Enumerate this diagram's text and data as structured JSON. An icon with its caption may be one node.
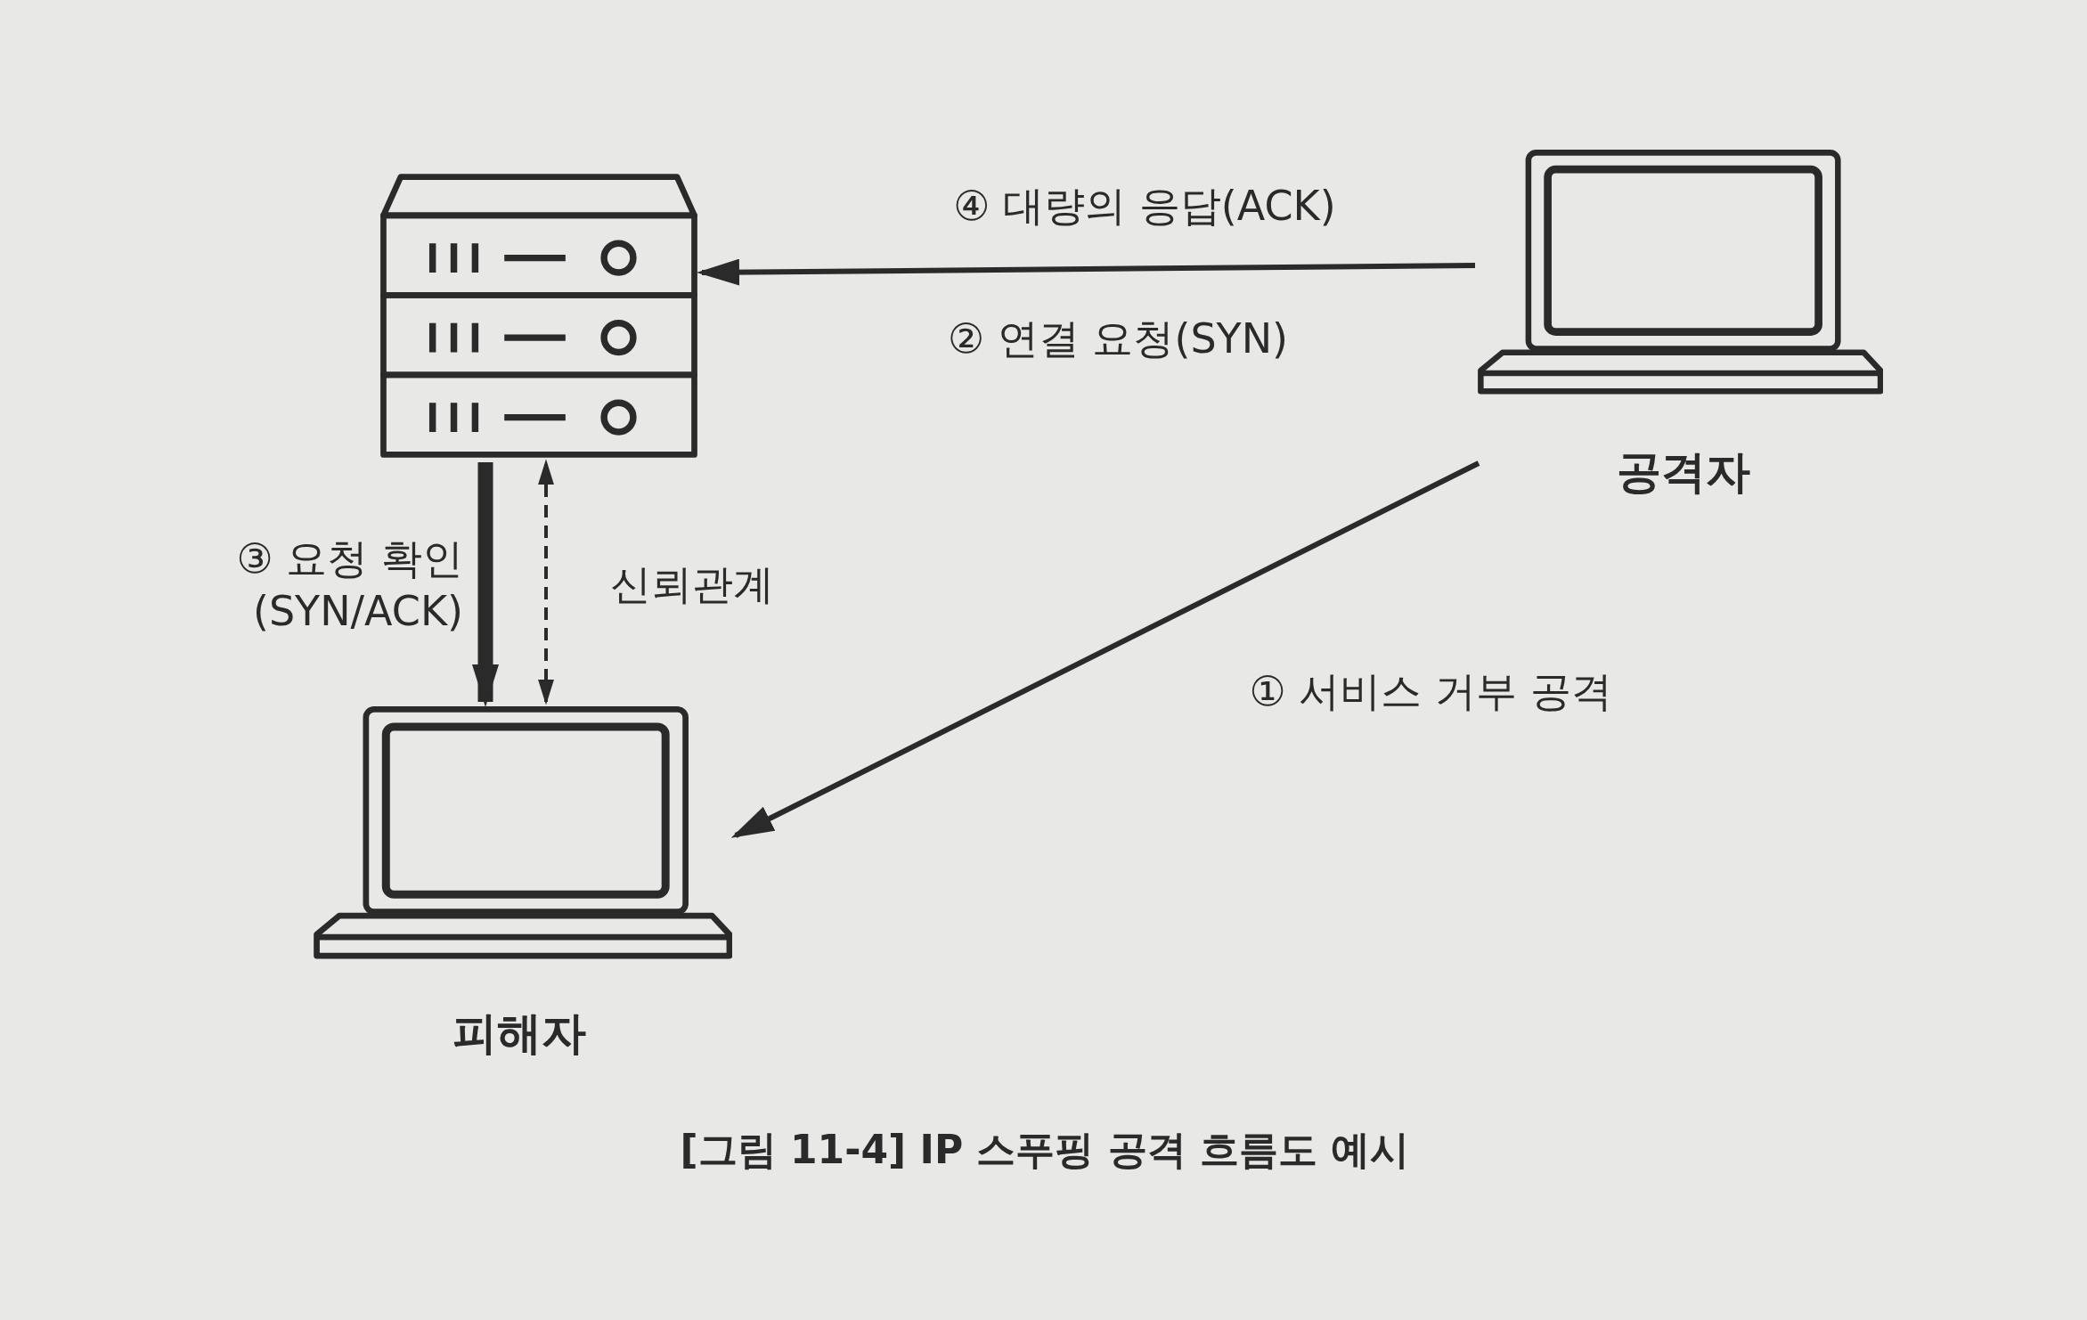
{
  "diagram": {
    "caption": "[그림 11-4] IP 스푸핑 공격 흐름도 예시",
    "nodes": [
      {
        "text": [],
        "shape": "server"
      },
      {
        "text": [
          "공격자"
        ]
      },
      {
        "text": [
          "피해자"
        ]
      }
    ],
    "edges": [
      {
        "from": 1,
        "to": 0,
        "arrow": "to",
        "label": "④ 대량의 응답(ACK)"
      },
      {
        "from": 0,
        "to": 2,
        "arrow": "to",
        "label": "③ 요청 확인 (SYN/ACK)",
        "style": "thick"
      },
      {
        "from": 2,
        "to": 0,
        "arrow": "both",
        "label": "신뢰관계",
        "style": "dashed"
      },
      {
        "from": 1,
        "to": 2,
        "arrow": "to",
        "label": "① 서비스 거부 공격"
      }
    ],
    "labels": [
      "② 연결 요청(SYN)"
    ]
  }
}
